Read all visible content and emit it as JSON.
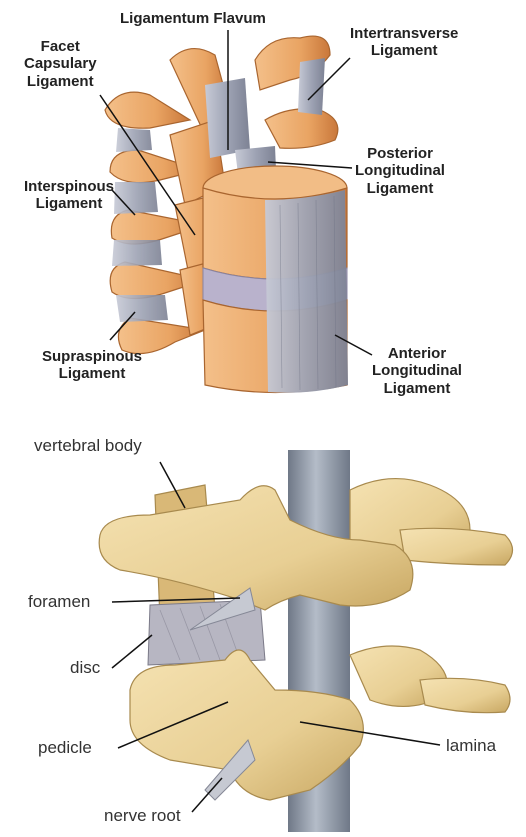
{
  "top_figure": {
    "labels": {
      "ligamentum_flavum": "Ligamentum Flavum",
      "intertransverse": [
        "Intertransverse",
        "Ligament"
      ],
      "facet_capsulary": [
        "Facet",
        "Capsulary",
        "Ligament"
      ],
      "posterior_longitudinal": [
        "Posterior",
        "Longitudinal",
        "Ligament"
      ],
      "interspinous": [
        "Interspinous",
        "Ligament"
      ],
      "supraspinous": [
        "Supraspinous",
        "Ligament"
      ],
      "anterior_longitudinal": [
        "Anterior",
        "Longitudinal",
        "Ligament"
      ]
    }
  },
  "bottom_figure": {
    "labels": {
      "vertebral_body": "vertebral body",
      "foramen": "foramen",
      "disc": "disc",
      "pedicle": "pedicle",
      "lamina": "lamina",
      "nerve_root": "nerve root"
    }
  },
  "colors": {
    "bone_orange": "#e9a463",
    "bone_orange_dark": "#c9773a",
    "ligament_gray": "#9ea3b4",
    "disc_lavender": "#b9b2cc",
    "bone_beige": "#e8cf94",
    "bone_beige_dark": "#c8a762",
    "cord_gray": "#8c96a6"
  }
}
